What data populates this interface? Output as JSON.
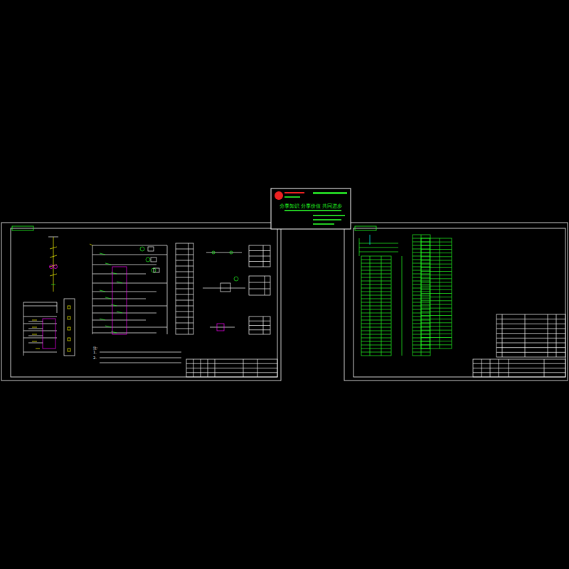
{
  "diagram": {
    "nodes": [
      {
        "text": [
          "分享知识 分享价值 共同进步"
        ]
      }
    ],
    "labels": [
      "注:",
      "1.",
      "2."
    ]
  }
}
